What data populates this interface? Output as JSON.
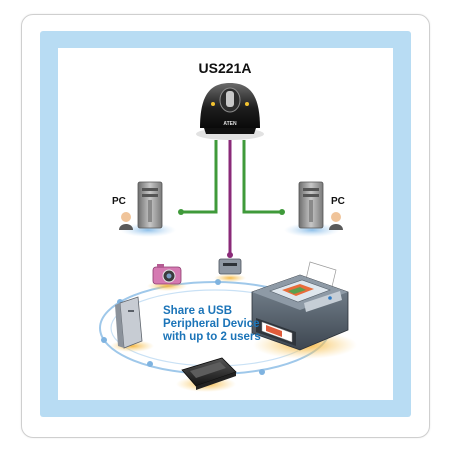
{
  "diagram": {
    "title": "US221A",
    "pc_left_label": "PC",
    "pc_right_label": "PC",
    "share_line1": "Share a USB",
    "share_line2": "Peripheral Device",
    "share_line3": "with up to 2 users",
    "device_badge": "ATEN",
    "colors": {
      "frame": "#b8dcf3",
      "pc_cable": "#3f9a3a",
      "usb_cable": "#8a2a78",
      "ring": "#9fc8ea",
      "share_text": "#1b74b8"
    }
  }
}
